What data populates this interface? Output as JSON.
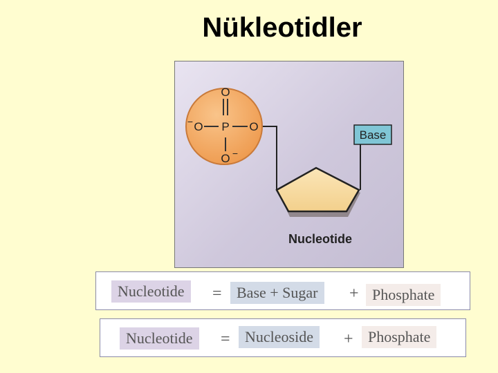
{
  "title": "Nükleotidler",
  "figure": {
    "phosphate": {
      "top_o": "O",
      "left_o": "O",
      "center_p": "P",
      "right_o": "O",
      "bottom_o": "O",
      "minus": "−"
    },
    "base_label": "Base",
    "caption": "Nucleotide",
    "colors": {
      "phosphate_fill": "#f2a55c",
      "sugar_fill": "#f8dda3",
      "base_fill": "#7dc3d3"
    }
  },
  "equation1": {
    "term1": "Nucleotide",
    "equals": "=",
    "term2": "Base + Sugar",
    "plus": "+",
    "term3": "Phosphate"
  },
  "equation2": {
    "term1": "Nucleotide",
    "equals": "=",
    "term2": "Nucleoside",
    "plus": "+",
    "term3": "Phosphate"
  }
}
